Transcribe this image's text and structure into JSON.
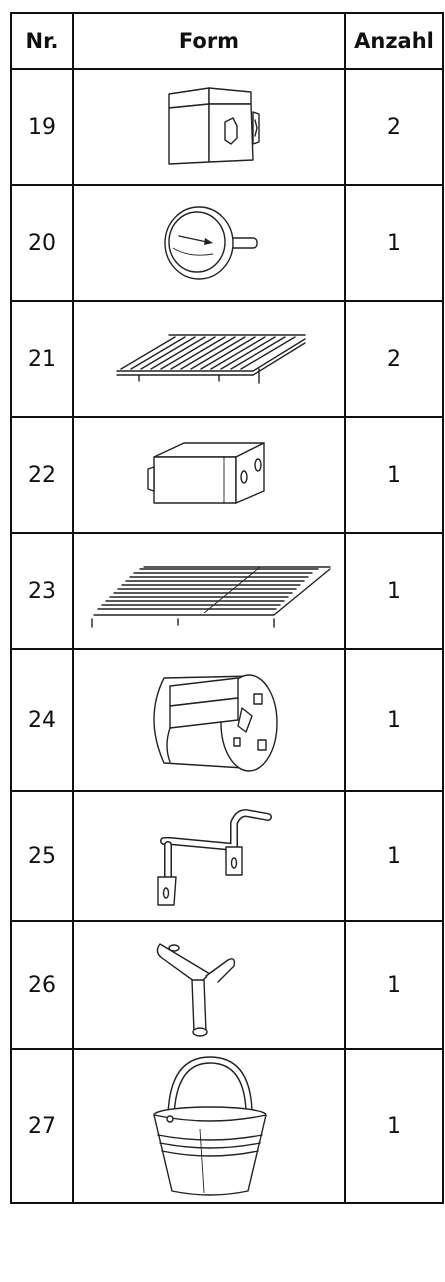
{
  "header": {
    "nr": "Nr.",
    "form": "Form",
    "qty": "Anzahl"
  },
  "rows": [
    {
      "nr": "19",
      "qty": "2",
      "icon": "bracket-plate-icon"
    },
    {
      "nr": "20",
      "qty": "1",
      "icon": "thermometer-icon"
    },
    {
      "nr": "21",
      "qty": "2",
      "icon": "small-grill-grate-icon"
    },
    {
      "nr": "22",
      "qty": "1",
      "icon": "firebox-icon"
    },
    {
      "nr": "23",
      "qty": "1",
      "icon": "large-grill-grate-icon"
    },
    {
      "nr": "24",
      "qty": "1",
      "icon": "barrel-drum-icon"
    },
    {
      "nr": "25",
      "qty": "1",
      "icon": "handle-bar-icon"
    },
    {
      "nr": "26",
      "qty": "1",
      "icon": "tube-holder-icon"
    },
    {
      "nr": "27",
      "qty": "1",
      "icon": "bucket-icon"
    }
  ]
}
